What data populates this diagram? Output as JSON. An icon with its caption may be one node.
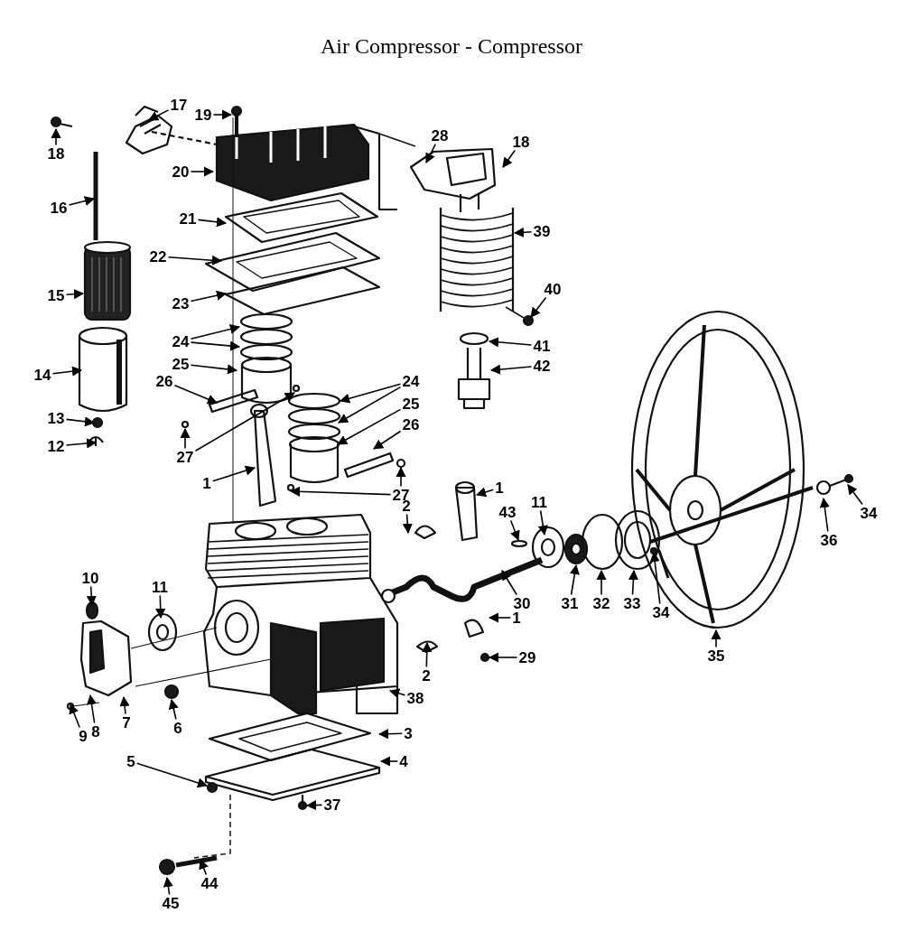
{
  "diagram": {
    "title": "Air Compressor - Compressor",
    "nodes": [
      {
        "text": [
          "17"
        ]
      },
      {
        "text": [
          "19"
        ]
      },
      {
        "text": [
          "18"
        ]
      },
      {
        "text": [
          "28"
        ]
      },
      {
        "text": [
          "18"
        ]
      },
      {
        "text": [
          "20"
        ]
      },
      {
        "text": [
          "16"
        ]
      },
      {
        "text": [
          "21"
        ]
      },
      {
        "text": [
          "39"
        ]
      },
      {
        "text": [
          "22"
        ]
      },
      {
        "text": [
          "15"
        ]
      },
      {
        "text": [
          "23"
        ]
      },
      {
        "text": [
          "40"
        ]
      },
      {
        "text": [
          "24"
        ]
      },
      {
        "text": [
          "41"
        ]
      },
      {
        "text": [
          "25"
        ]
      },
      {
        "text": [
          "42"
        ]
      },
      {
        "text": [
          "14"
        ]
      },
      {
        "text": [
          "26"
        ]
      },
      {
        "text": [
          "24"
        ]
      },
      {
        "text": [
          "25"
        ]
      },
      {
        "text": [
          "26"
        ]
      },
      {
        "text": [
          "13"
        ]
      },
      {
        "text": [
          "27"
        ]
      },
      {
        "text": [
          "12"
        ]
      },
      {
        "text": [
          "1"
        ]
      },
      {
        "text": [
          "27"
        ]
      },
      {
        "text": [
          "1"
        ]
      },
      {
        "text": [
          "2"
        ]
      },
      {
        "text": [
          "43"
        ]
      },
      {
        "text": [
          "11"
        ]
      },
      {
        "text": [
          "34"
        ]
      },
      {
        "text": [
          "36"
        ]
      },
      {
        "text": [
          "10"
        ]
      },
      {
        "text": [
          "11"
        ]
      },
      {
        "text": [
          "30"
        ]
      },
      {
        "text": [
          "31"
        ]
      },
      {
        "text": [
          "32"
        ]
      },
      {
        "text": [
          "33"
        ]
      },
      {
        "text": [
          "34"
        ]
      },
      {
        "text": [
          "1"
        ]
      },
      {
        "text": [
          "29"
        ]
      },
      {
        "text": [
          "35"
        ]
      },
      {
        "text": [
          "2"
        ]
      },
      {
        "text": [
          "38"
        ]
      },
      {
        "text": [
          "9"
        ]
      },
      {
        "text": [
          "8"
        ]
      },
      {
        "text": [
          "7"
        ]
      },
      {
        "text": [
          "6"
        ]
      },
      {
        "text": [
          "3"
        ]
      },
      {
        "text": [
          "5"
        ]
      },
      {
        "text": [
          "4"
        ]
      },
      {
        "text": [
          "37"
        ]
      },
      {
        "text": [
          "44"
        ]
      },
      {
        "text": [
          "45"
        ]
      }
    ],
    "edges": [
      {
        "from": 0,
        "to": null,
        "arrow": "to"
      },
      {
        "from": 1,
        "to": null,
        "arrow": "to"
      },
      {
        "from": 2,
        "to": null,
        "arrow": "to"
      },
      {
        "from": 3,
        "to": null,
        "arrow": "to"
      },
      {
        "from": 4,
        "to": null,
        "arrow": "to"
      },
      {
        "from": 5,
        "to": null,
        "arrow": "to"
      },
      {
        "from": 6,
        "to": null,
        "arrow": "to"
      },
      {
        "from": 7,
        "to": null,
        "arrow": "to"
      },
      {
        "from": 8,
        "to": null,
        "arrow": "to"
      },
      {
        "from": 9,
        "to": null,
        "arrow": "to"
      },
      {
        "from": 10,
        "to": null,
        "arrow": "to"
      },
      {
        "from": 11,
        "to": null,
        "arrow": "to"
      },
      {
        "from": 12,
        "to": null,
        "arrow": "to"
      },
      {
        "from": 13,
        "to": null,
        "arrow": "to"
      },
      {
        "from": 13,
        "to": null,
        "arrow": "to"
      },
      {
        "from": 14,
        "to": null,
        "arrow": "to"
      },
      {
        "from": 15,
        "to": null,
        "arrow": "to"
      },
      {
        "from": 16,
        "to": null,
        "arrow": "to"
      },
      {
        "from": 17,
        "to": null,
        "arrow": "to"
      },
      {
        "from": 18,
        "to": null,
        "arrow": "to"
      },
      {
        "from": 19,
        "to": null,
        "arrow": "to"
      },
      {
        "from": 19,
        "to": null,
        "arrow": "to"
      },
      {
        "from": 20,
        "to": null,
        "arrow": "to"
      },
      {
        "from": 21,
        "to": null,
        "arrow": "to"
      },
      {
        "from": 22,
        "to": null,
        "arrow": "to"
      },
      {
        "from": 23,
        "to": null,
        "arrow": "to"
      },
      {
        "from": 23,
        "to": null,
        "arrow": "to"
      },
      {
        "from": 24,
        "to": null,
        "arrow": "to"
      },
      {
        "from": 25,
        "to": null,
        "arrow": "to"
      },
      {
        "from": 26,
        "to": null,
        "arrow": "to"
      },
      {
        "from": 26,
        "to": null,
        "arrow": "to"
      },
      {
        "from": 27,
        "to": null,
        "arrow": "to"
      },
      {
        "from": 28,
        "to": null,
        "arrow": "to"
      },
      {
        "from": 29,
        "to": null,
        "arrow": "to"
      },
      {
        "from": 30,
        "to": null,
        "arrow": "to"
      },
      {
        "from": 31,
        "to": null,
        "arrow": "to"
      },
      {
        "from": 32,
        "to": null,
        "arrow": "to"
      },
      {
        "from": 33,
        "to": null,
        "arrow": "to"
      },
      {
        "from": 34,
        "to": null,
        "arrow": "to"
      },
      {
        "from": 35,
        "to": null,
        "arrow": "to"
      },
      {
        "from": 36,
        "to": null,
        "arrow": "to"
      },
      {
        "from": 37,
        "to": null,
        "arrow": "to"
      },
      {
        "from": 38,
        "to": null,
        "arrow": "to"
      },
      {
        "from": 39,
        "to": null,
        "arrow": "to"
      },
      {
        "from": 40,
        "to": null,
        "arrow": "to"
      },
      {
        "from": 41,
        "to": null,
        "arrow": "to"
      },
      {
        "from": 42,
        "to": null,
        "arrow": "to"
      },
      {
        "from": 43,
        "to": null,
        "arrow": "to"
      },
      {
        "from": 44,
        "to": null,
        "arrow": "to"
      },
      {
        "from": 45,
        "to": null,
        "arrow": "to"
      },
      {
        "from": 46,
        "to": null,
        "arrow": "to"
      },
      {
        "from": 47,
        "to": null,
        "arrow": "to"
      },
      {
        "from": 48,
        "to": null,
        "arrow": "to"
      },
      {
        "from": 49,
        "to": null,
        "arrow": "to"
      },
      {
        "from": 50,
        "to": null,
        "arrow": "to"
      },
      {
        "from": 51,
        "to": null,
        "arrow": "to"
      },
      {
        "from": 52,
        "to": null,
        "arrow": "to"
      },
      {
        "from": 53,
        "to": null,
        "arrow": "to"
      },
      {
        "from": 54,
        "to": null,
        "arrow": "to"
      }
    ]
  }
}
